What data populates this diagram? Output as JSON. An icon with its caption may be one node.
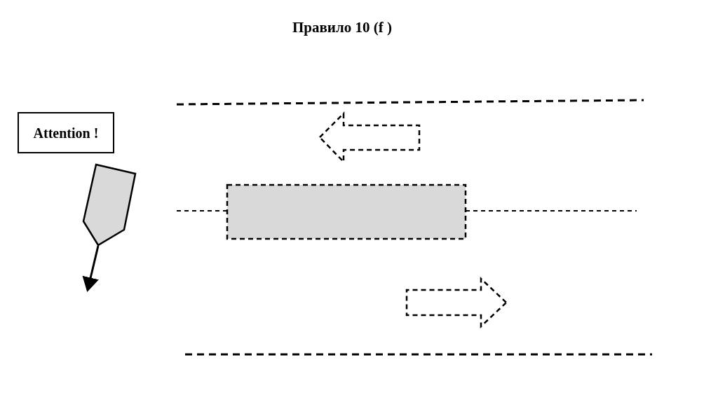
{
  "diagram": {
    "title": "Правило 10 (f )",
    "nodes": [
      {
        "text": [
          "Attention !"
        ]
      },
      {
        "text": [],
        "shape": "box"
      }
    ]
  }
}
